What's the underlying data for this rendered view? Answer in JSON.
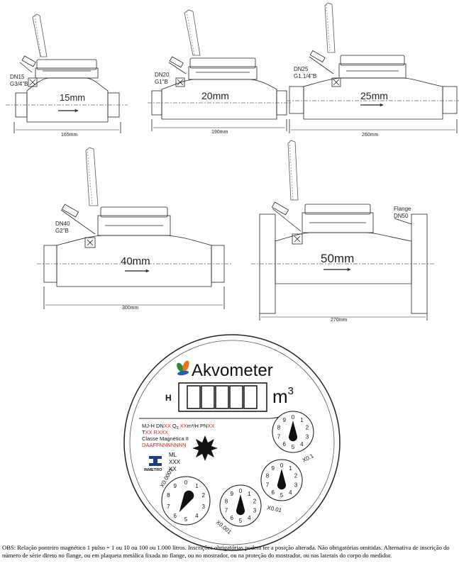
{
  "meters": [
    {
      "dn_label": "DN15",
      "thread_label": "G3/4\"B",
      "size_label": "15mm",
      "length_label": "165mm"
    },
    {
      "dn_label": "DN20",
      "thread_label": "G1\"B",
      "size_label": "20mm",
      "length_label": "190mm"
    },
    {
      "dn_label": "DN25",
      "thread_label": "G1.1/4\"B",
      "size_label": "25mm",
      "length_label": "260mm"
    },
    {
      "dn_label": "DN40",
      "thread_label": "G2\"B",
      "size_label": "40mm",
      "length_label": "300mm"
    },
    {
      "dn_label": "Flange",
      "thread_label": "DN50",
      "size_label": "50mm",
      "length_label": "270mm"
    }
  ],
  "dial": {
    "brand": "Akvometer",
    "h_label": "H",
    "unit": "m",
    "unit_exp": "3",
    "spec_line1_a": "MJ-H DN",
    "spec_line1_b": "XX",
    "spec_line1_c": " Q",
    "spec_line1_d": "3",
    "spec_line1_e": " ",
    "spec_line1_f": "XX",
    "spec_line1_g": "m³/H PN",
    "spec_line1_h": "XX",
    "spec_line2_a": "T",
    "spec_line2_b": "XX R",
    "spec_line2_c": "XXX",
    "spec_line3": "Classe Magnética II",
    "spec_line4": "DAAFFNNNNNNN",
    "ml_label": "ML",
    "xxx_label": "XXX",
    "xx_label": "XX",
    "inmetro_label": "INMETRO",
    "sub_dials": [
      {
        "multiplier": "X0.1",
        "digits": [
          "0",
          "1",
          "2",
          "3",
          "4",
          "5",
          "6",
          "7",
          "8",
          "9"
        ]
      },
      {
        "multiplier": "X0.01",
        "digits": [
          "0",
          "1",
          "2",
          "3",
          "4",
          "5",
          "6",
          "7",
          "8",
          "9"
        ]
      },
      {
        "multiplier": "X0.001",
        "digits": [
          "0",
          "1",
          "2",
          "3",
          "4",
          "5",
          "6",
          "7",
          "8",
          "9"
        ]
      },
      {
        "multiplier": "X0.0001",
        "digits": [
          "0",
          "1",
          "2",
          "3",
          "4",
          "5",
          "6",
          "7",
          "8",
          "9"
        ]
      }
    ]
  },
  "footnote": "OBS: Relação ponteiro magnético 1 pulso = 1 ou 10 ou 100 ou 1.000 litros. Inscrições obrigatórias podem ter a posição alterada. Não obrigatórias omitidas. Alternativa de inscrição do número de série direto no flange, ou em plaqueta metálica fixada no flange, ou no mostrador, ou na proteção do mostrador, ou nas laterais do corpo do medidor."
}
